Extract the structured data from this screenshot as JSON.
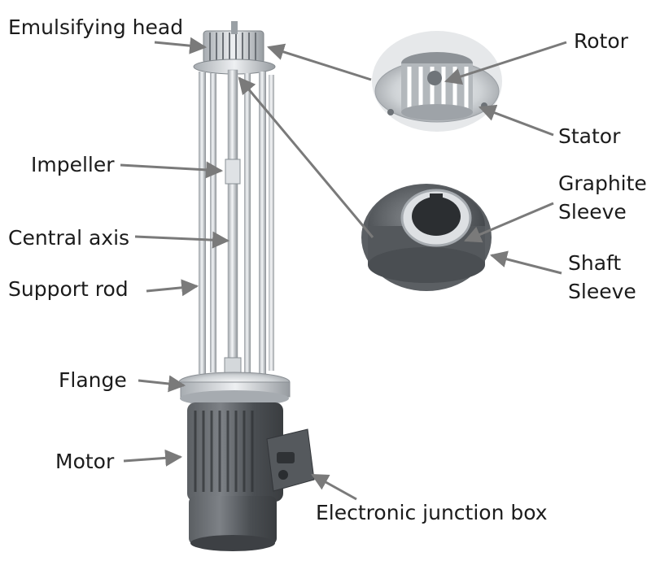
{
  "labels": {
    "emulsifying_head": "Emulsifying head",
    "impeller": "Impeller",
    "central_axis": "Central axis",
    "support_rod": "Support rod",
    "flange": "Flange",
    "motor": "Motor",
    "electronic_junction_box": "Electronic junction box",
    "rotor": "Rotor",
    "stator": "Stator",
    "graphite_sleeve": [
      "Graphite",
      "Sleeve"
    ],
    "shaft_sleeve": [
      "Shaft",
      "Sleeve"
    ]
  },
  "colors": {
    "text": "#1b1b1b",
    "arrow": "#7a7a7a",
    "steel_light": "#e9ecef",
    "steel_dark": "#8e9399",
    "motor": "#4e5256"
  }
}
